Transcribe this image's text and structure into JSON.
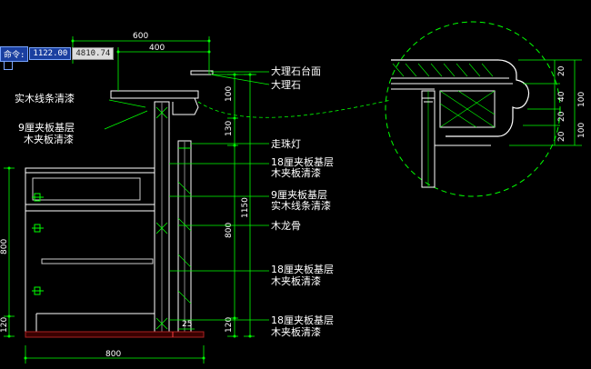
{
  "command_bar": {
    "label": "命令:",
    "x_value": "1122.00",
    "y_value": "4810.74"
  },
  "dimensions": {
    "top_600": "600",
    "top_400": "400",
    "right_100": "100",
    "right_130": "130",
    "right_800": "800",
    "right_1150": "1150",
    "right_120": "120",
    "left_800": "800",
    "left_120": "120",
    "small_25": "25",
    "bottom_800": "800",
    "detail_20a": "20",
    "detail_40": "40",
    "detail_20b": "20",
    "detail_20c": "20",
    "detail_100a": "100",
    "detail_100b": "100"
  },
  "labels": {
    "marble_top": "大理石台面",
    "marble": "大理石",
    "solid_wood_trim": "实木线条清漆",
    "ply9_base": "9厘夹板基层",
    "wood_veneer": "木夹板清漆",
    "bead_light": "走珠灯",
    "ply18_base_1": "18厘夹板基层",
    "wood_veneer_2": "木夹板清漆",
    "ply9_base_2": "9厘夹板基层",
    "solid_wood_trim_2": "实木线条清漆",
    "wood_keel": "木龙骨",
    "ply18_base_2": "18厘夹板基层",
    "wood_veneer_3": "木夹板清漆",
    "ply18_base_3": "18厘夹板基层",
    "wood_veneer_4": "木夹板清漆"
  },
  "colors": {
    "bg": "#000000",
    "outline": "#ffffff",
    "dim": "#00ff00",
    "leader": "#00ff00",
    "text": "#ffffff",
    "hatch": "#00ff00",
    "detail": "#00ff00",
    "accent": "#ff4040"
  }
}
